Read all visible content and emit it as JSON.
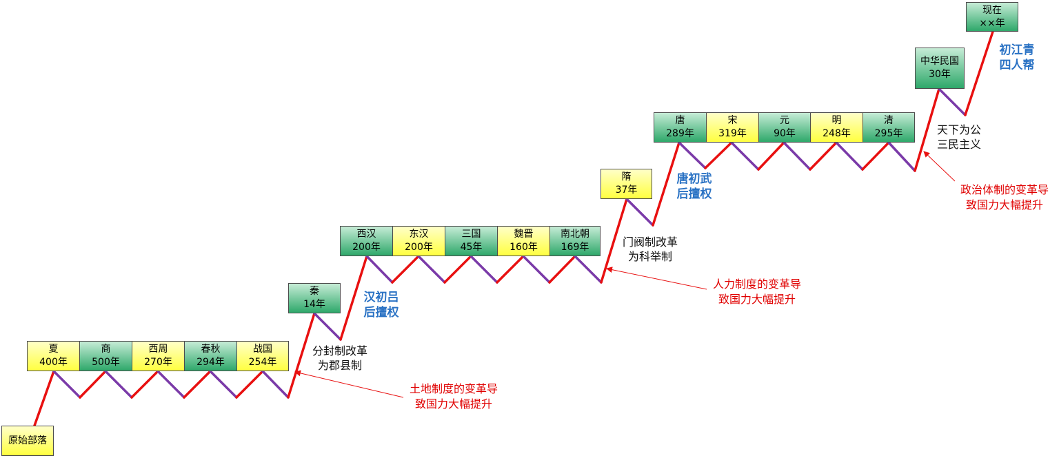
{
  "start": {
    "name": "原始部落"
  },
  "periods": [
    {
      "name": "夏",
      "years": "400年",
      "color": "yellow"
    },
    {
      "name": "商",
      "years": "500年",
      "color": "green"
    },
    {
      "name": "西周",
      "years": "270年",
      "color": "yellow"
    },
    {
      "name": "春秋",
      "years": "294年",
      "color": "green"
    },
    {
      "name": "战国",
      "years": "254年",
      "color": "yellow"
    },
    {
      "name": "秦",
      "years": "14年",
      "color": "green"
    },
    {
      "name": "西汉",
      "years": "200年",
      "color": "green"
    },
    {
      "name": "东汉",
      "years": "200年",
      "color": "yellow"
    },
    {
      "name": "三国",
      "years": "45年",
      "color": "green"
    },
    {
      "name": "魏晋",
      "years": "160年",
      "color": "yellow"
    },
    {
      "name": "南北朝",
      "years": "169年",
      "color": "green"
    },
    {
      "name": "隋",
      "years": "37年",
      "color": "yellow"
    },
    {
      "name": "唐",
      "years": "289年",
      "color": "green"
    },
    {
      "name": "宋",
      "years": "319年",
      "color": "yellow"
    },
    {
      "name": "元",
      "years": "90年",
      "color": "green"
    },
    {
      "name": "明",
      "years": "248年",
      "color": "yellow"
    },
    {
      "name": "清",
      "years": "295年",
      "color": "green"
    },
    {
      "name": "中华民国",
      "years": "30年",
      "color": "green"
    },
    {
      "name": "现在",
      "years": "××年",
      "color": "green"
    }
  ],
  "reforms": [
    {
      "line1": "分封制改革",
      "line2": "为郡县制"
    },
    {
      "line1": "门阀制改革",
      "line2": "为科举制"
    },
    {
      "line1": "天下为公",
      "line2": "三民主义"
    }
  ],
  "causes": [
    {
      "line1": "土地制度的变革导",
      "line2": "致国力大幅提升"
    },
    {
      "line1": "人力制度的变革导",
      "line2": "致国力大幅提升"
    },
    {
      "line1": "政治体制的变革导",
      "line2": "致国力大幅提升"
    }
  ],
  "power_events": [
    {
      "line1": "汉初吕",
      "line2": "后擅权"
    },
    {
      "line1": "唐初武",
      "line2": "后擅权"
    },
    {
      "line1": "初江青",
      "line2": "四人帮"
    }
  ],
  "colors": {
    "rise": "#e81010",
    "fall": "#7a3aa8",
    "arrow": "#e81010",
    "cause_text": "#e00000",
    "power_text": "#2a72c4",
    "box_border": "#4d4d4d"
  }
}
